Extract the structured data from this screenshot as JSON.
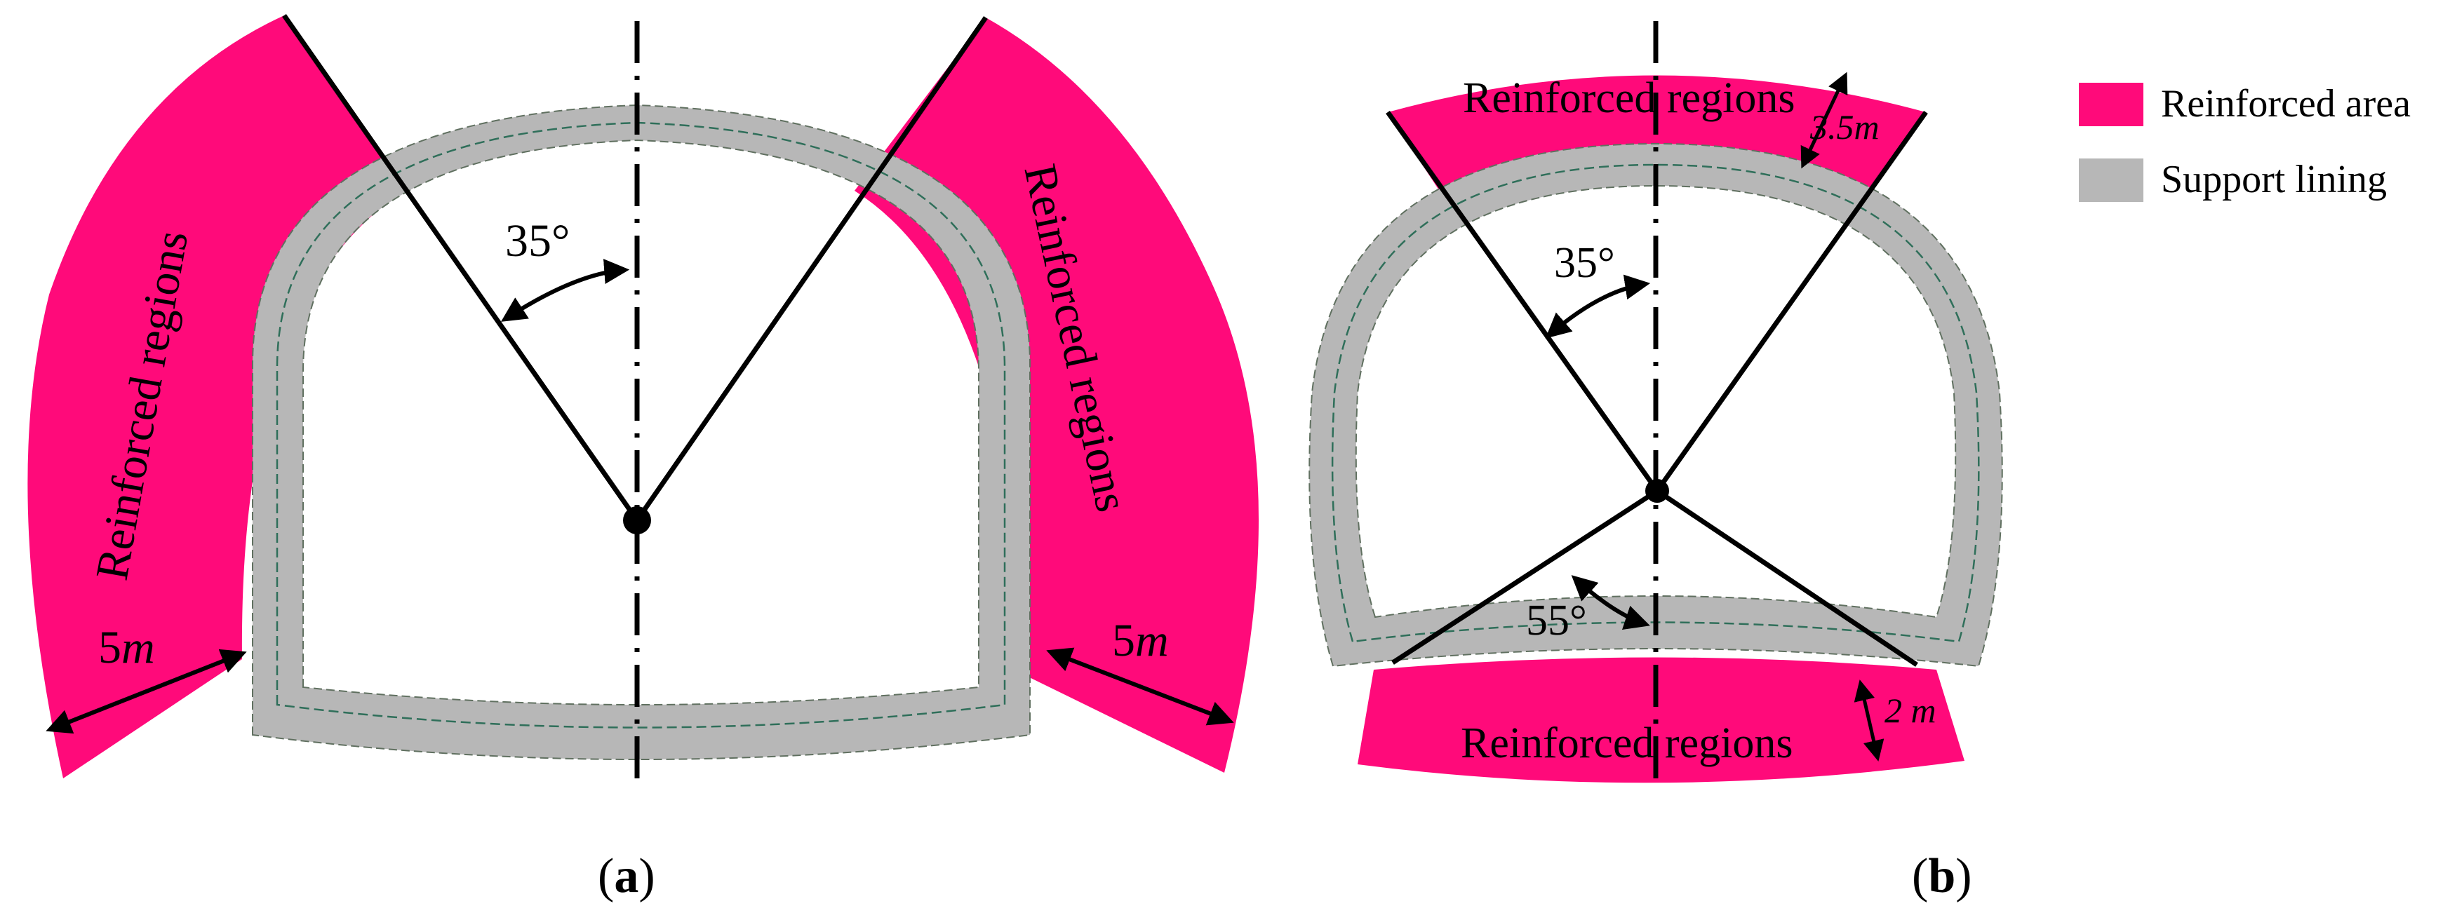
{
  "colors": {
    "reinforced": "#ff0a7a",
    "lining": "#b7b7b7",
    "lining_edge": "#2f6f5a",
    "line": "#000000"
  },
  "panel_a": {
    "label_left": "Reinforced regions",
    "label_right": "Reinforced regions",
    "angle": "35°",
    "thickness": "5",
    "unit": "m",
    "caption_open": "(",
    "caption_letter": "a",
    "caption_close": ")"
  },
  "panel_b": {
    "label_top": "Reinforced regions",
    "label_bottom": "Reinforced regions",
    "angle_top": "35°",
    "angle_bottom": "55°",
    "thickness_top": "3.5",
    "thickness_bottom": "2",
    "unit": "m",
    "caption_open": "(",
    "caption_letter": "b",
    "caption_close": ")"
  },
  "legend": {
    "items": [
      {
        "label": "Reinforced area",
        "color": "#ff0a7a"
      },
      {
        "label": "Support lining",
        "color": "#b7b7b7"
      }
    ]
  }
}
